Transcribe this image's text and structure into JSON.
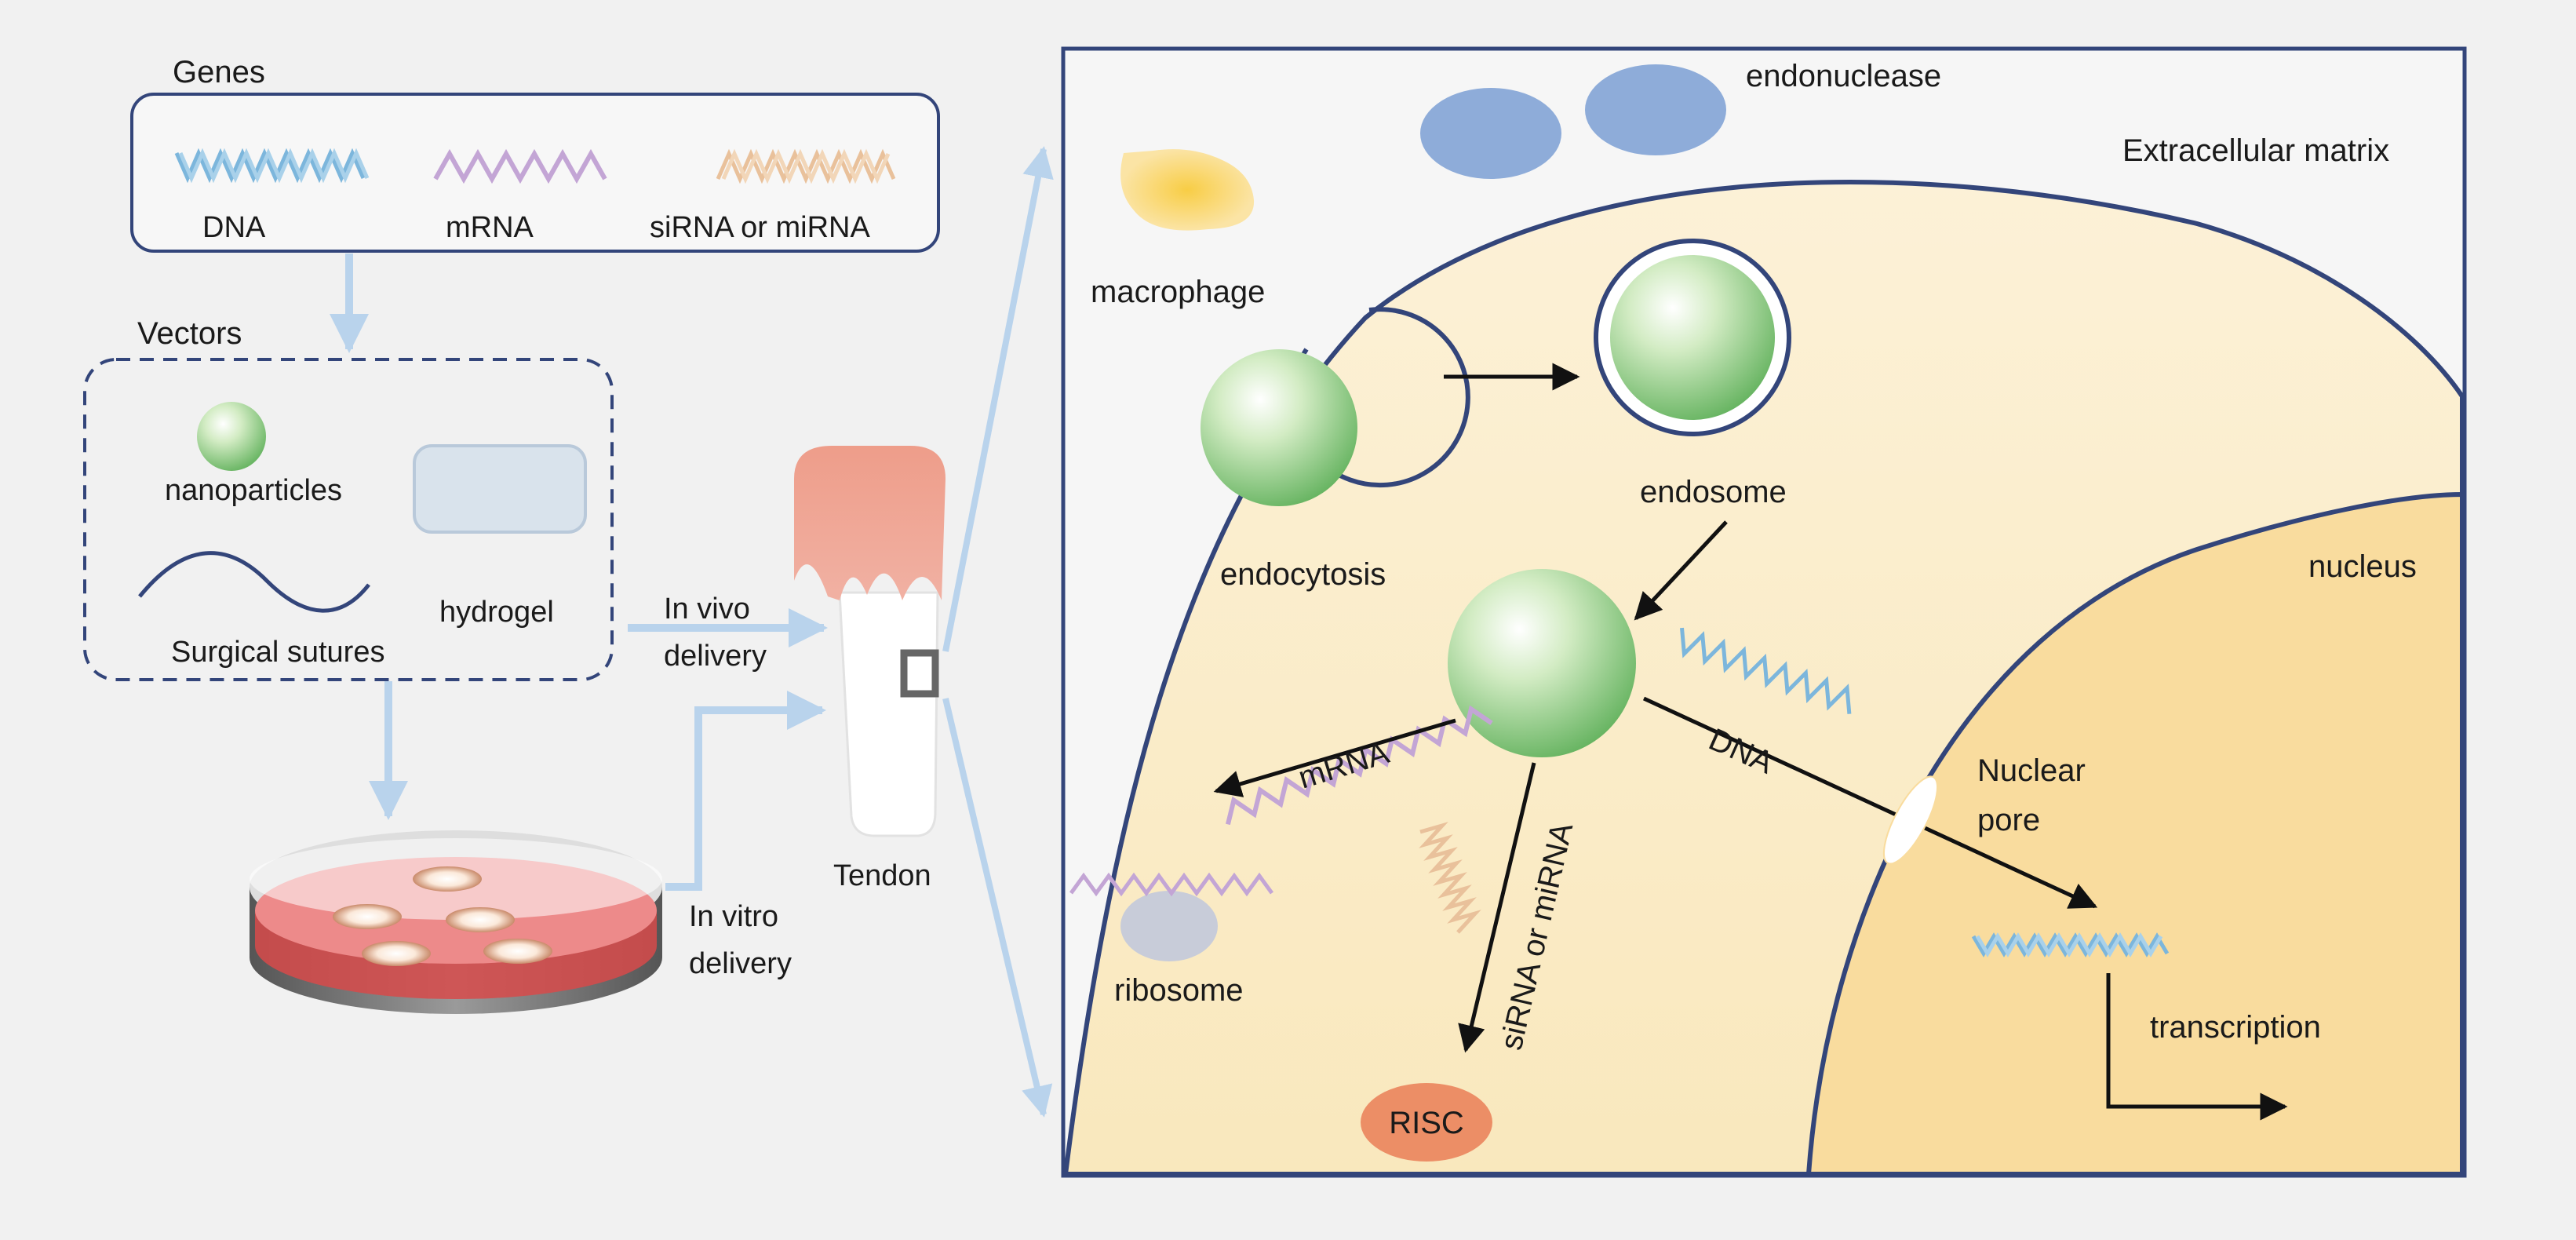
{
  "labels": {
    "genes": "Genes",
    "dna": "DNA",
    "mrna": "mRNA",
    "sirna_mirna": "siRNA or miRNA",
    "vectors": "Vectors",
    "nanoparticles": "nanoparticles",
    "surgical_sutures": "Surgical sutures",
    "hydrogel": "hydrogel",
    "in_vivo_1": "In vivo",
    "in_vivo_2": "delivery",
    "in_vitro_1": "In vitro",
    "in_vitro_2": "delivery",
    "tendon": "Tendon",
    "endonuclease": "endonuclease",
    "extracellular_matrix": "Extracellular matrix",
    "macrophage": "macrophage",
    "endocytosis": "endocytosis",
    "endosome": "endosome",
    "nucleus": "nucleus",
    "mrna_arrow": "mRNA",
    "dna_arrow": "DNA",
    "sirna_arrow": "siRNA or miRNA",
    "nuclear_pore_1": "Nuclear",
    "nuclear_pore_2": "pore",
    "ribosome": "ribosome",
    "risc": "RISC",
    "transcription": "transcription"
  },
  "colors": {
    "background": "#f1f1f1",
    "border_blue": "#33457a",
    "cell_fill": "#fbedca",
    "nucleus_fill": "#f9dc9e",
    "light_arrow": "#b9d3ec",
    "dna_blue": "#7cb6dc",
    "mrna_purple": "#c3a5d5",
    "sirna_orange": "#e9c19b",
    "endonuclease": "#8eacd9",
    "risc": "#ec8e66",
    "tendon_top": "#ec9b89",
    "dish_red": "#ec8686"
  }
}
